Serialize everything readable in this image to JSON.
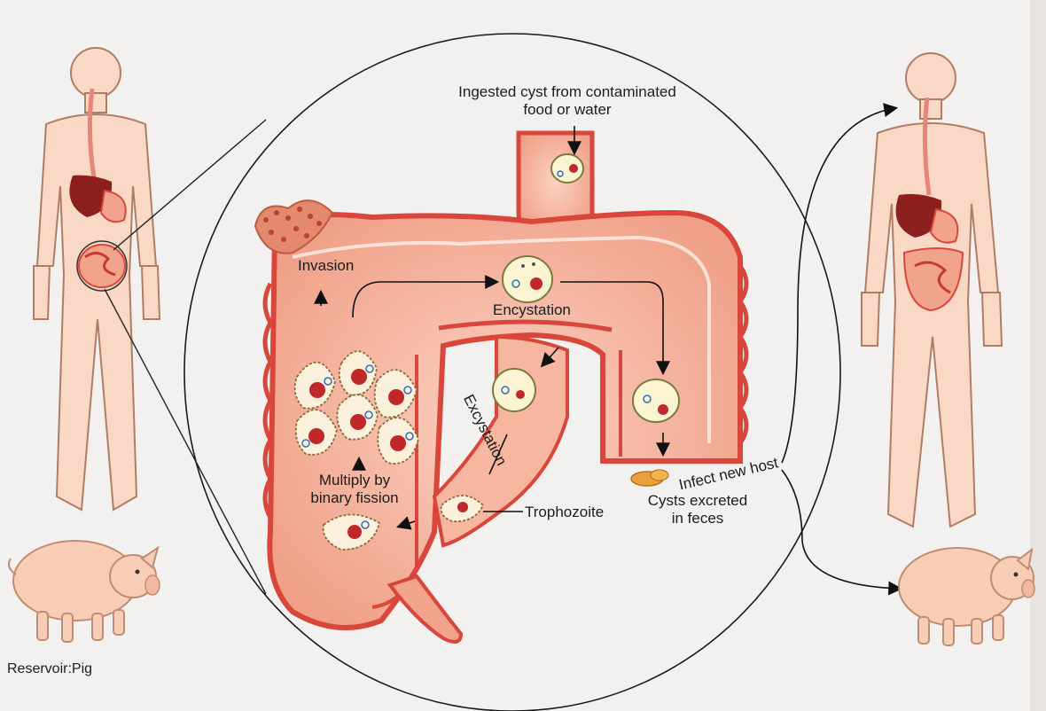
{
  "labels": {
    "ingested_line1": "Ingested cyst from contaminated",
    "ingested_line2": "food or water",
    "invasion": "Invasion",
    "encystation": "Encystation",
    "excystation": "Excystation",
    "multiply_line1": "Multiply by",
    "multiply_line2": "binary fission",
    "trophozoite": "Trophozoite",
    "infect_new_host": "Infect new host",
    "cysts_line1": "Cysts excreted",
    "cysts_line2": "in feces",
    "reservoir": "Reservoir:Pig"
  },
  "colors": {
    "skin": "#f9d8c6",
    "skin_outline": "#b07c64",
    "intestine": "#f2a38c",
    "intestine_wall": "#d9463b",
    "liver": "#8e1f1f",
    "cyst_fill": "#fbf4d2",
    "nucleus": "#c0282a",
    "blood_cell": "#2e6fbb",
    "arrow": "#111111",
    "pig": "#f7cdb6"
  }
}
